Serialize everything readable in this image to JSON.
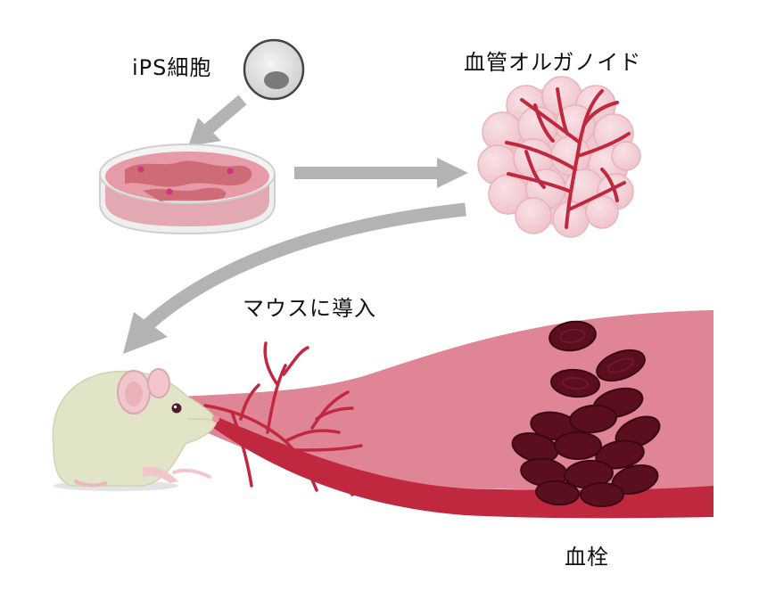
{
  "labels": {
    "ips_cells": "iPS細胞",
    "vascular_organoid": "血管オルガノイド",
    "inject_to_mouse": "マウスに導入",
    "thrombus": "血栓"
  },
  "colors": {
    "arrow_gray": "#b3b3b3",
    "vessel_red": "#c0283f",
    "vessel_pink": "#e08596",
    "clot_dark": "#5b0f1e",
    "organoid_pink": "#f2cdd3",
    "dish_pink": "#e89aa6",
    "mouse_body": "#e1e4c7"
  },
  "icons": [
    "ips-cell-icon",
    "petri-dish-icon",
    "organoid-icon",
    "mouse-icon",
    "blood-vessel-icon",
    "thrombus-icon"
  ]
}
